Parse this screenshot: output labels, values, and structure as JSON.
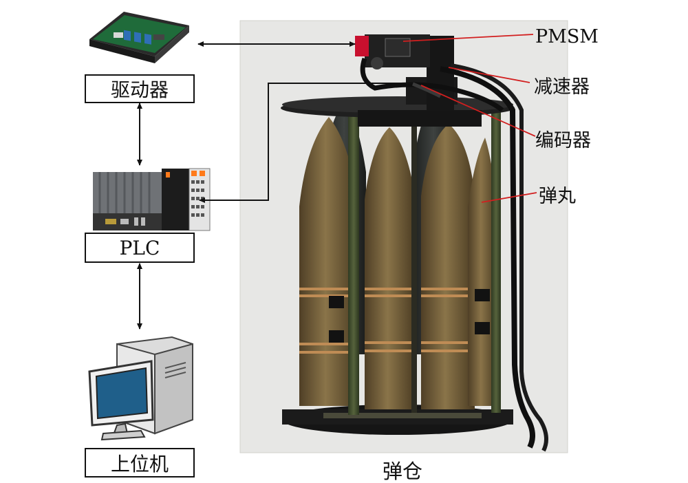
{
  "left_column": {
    "driver_label": "驱动器",
    "plc_label": "PLC",
    "host_label": "上位机"
  },
  "right_labels": {
    "pmsm": "PMSM",
    "reducer": "减速器",
    "encoder": "编码器",
    "projectile": "弹丸"
  },
  "caption": "弹仓",
  "colors": {
    "arrow": "#111111",
    "leader_line": "#d21f1f",
    "shell": "#6e5a3a",
    "frame": "#3d4a2c",
    "motor_red": "#c8102e",
    "photo_background": "#e6e6e6"
  },
  "icons": {
    "driver": "servo-driver-board-icon",
    "plc": "plc-controller-icon",
    "host": "desktop-computer-icon"
  }
}
